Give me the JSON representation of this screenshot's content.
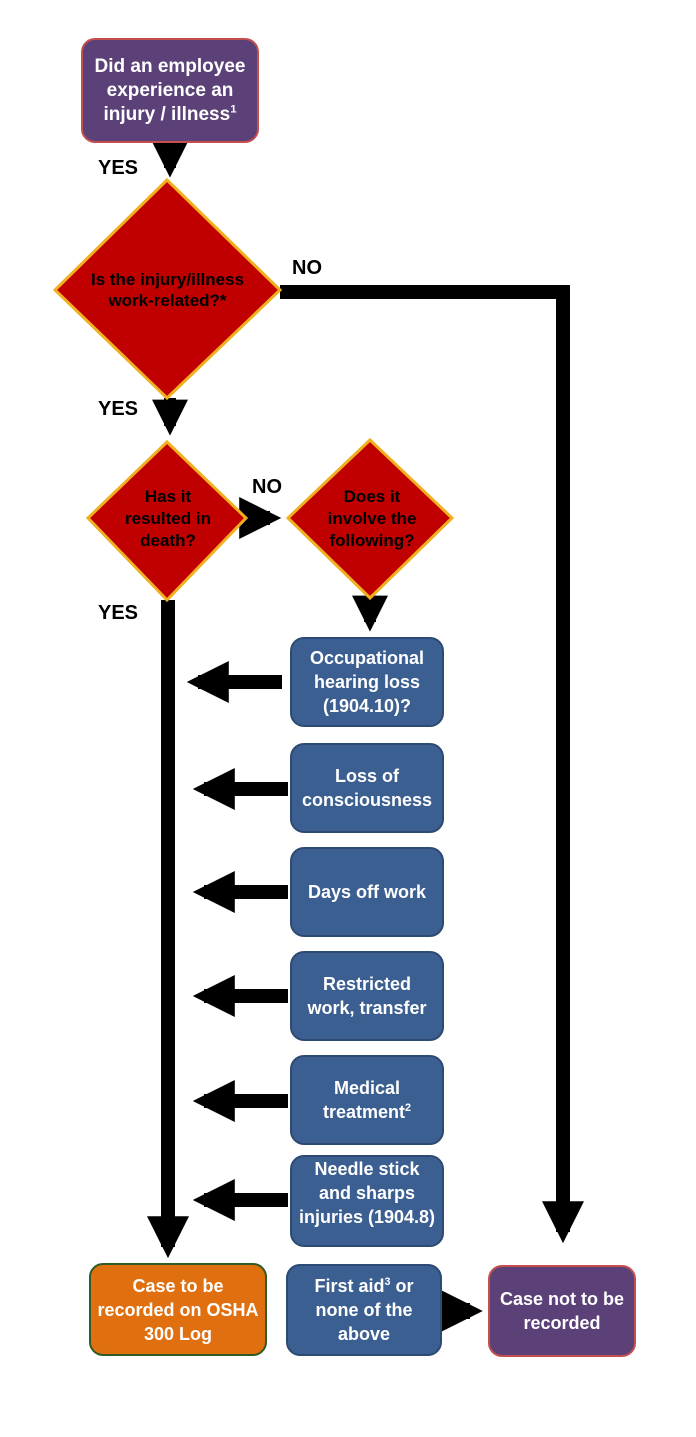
{
  "nodes": {
    "start": {
      "text": "Did an employee experience an injury / illness",
      "sup": "1"
    },
    "work_related": {
      "text": "Is the injury/illness work-related?*"
    },
    "death": {
      "text": "Has it resulted in death?"
    },
    "involve": {
      "text": "Does it involve the following?"
    },
    "hearing": {
      "text": "Occupational hearing loss (1904.10)?"
    },
    "consciousness": {
      "text": "Loss of consciousness"
    },
    "days_off": {
      "text": "Days off work"
    },
    "restricted": {
      "text": "Restricted work, transfer"
    },
    "medical": {
      "text": "Medical treatment",
      "sup": "2"
    },
    "needle": {
      "text": "Needle stick and sharps injuries (1904.8)"
    },
    "recorded": {
      "text": "Case to be recorded on OSHA 300 Log"
    },
    "first_aid": {
      "text_a": "First aid",
      "sup": "3",
      "text_b": "or none of the above"
    },
    "not_recorded": {
      "text": "Case not to be recorded"
    }
  },
  "labels": {
    "yes_1": "YES",
    "yes_2": "YES",
    "yes_3": "YES",
    "no_1": "NO",
    "no_2": "NO"
  },
  "colors": {
    "diamond_fill": "#c00000",
    "diamond_border": "#f0b020",
    "arrow": "#000000"
  }
}
